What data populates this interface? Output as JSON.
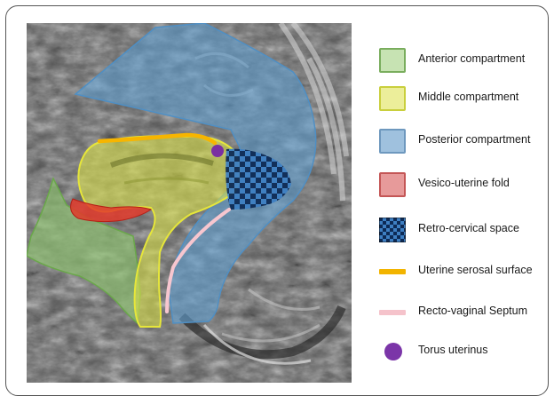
{
  "legend": {
    "items": [
      {
        "label": "Anterior compartment",
        "type": "box",
        "fill": "#c7e3b3",
        "stroke": "#79ad5d"
      },
      {
        "label": "Middle compartment",
        "type": "box",
        "fill": "#ecee9a",
        "stroke": "#c9cf3d"
      },
      {
        "label": "Posterior compartment",
        "type": "box",
        "fill": "#9fc1de",
        "stroke": "#6e98be"
      },
      {
        "label": "Vesico-uterine fold",
        "type": "box",
        "fill": "#e79a9a",
        "stroke": "#c45656"
      },
      {
        "label": "Retro-cervical space",
        "type": "checker",
        "fill": "#2a5fa5",
        "stroke": "#111111"
      },
      {
        "label": "Uterine serosal surface",
        "type": "line",
        "fill": "#f2b400"
      },
      {
        "label": "Recto-vaginal Septum",
        "type": "line",
        "fill": "#f5c3cb"
      },
      {
        "label": "Torus uterinus",
        "type": "dot",
        "fill": "#7b35a8"
      }
    ]
  },
  "colors": {
    "anterior": "#8fc470",
    "middle": "#d8e04a",
    "middle_outline": "#e6e63a",
    "posterior": "#5f9fd0",
    "vesico": "#e23a2a",
    "retro_dark": "#0d2a55",
    "retro_light": "#3e7fc2",
    "serosal": "#f7b500",
    "septum": "#f7c6cf",
    "torus": "#7a2fa2"
  }
}
